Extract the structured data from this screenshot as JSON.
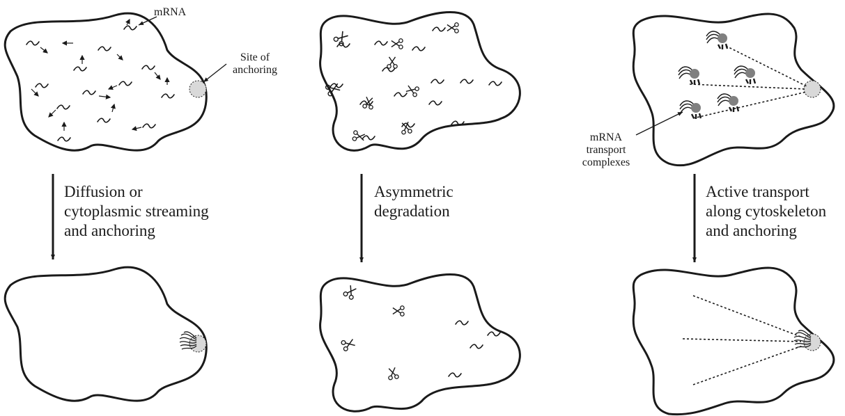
{
  "labels": {
    "mrna": "mRNA",
    "site_of_anchoring": [
      "Site of",
      "anchoring"
    ],
    "transport_complexes": [
      "mRNA",
      "transport",
      "complexes"
    ]
  },
  "captions": {
    "diffusion": [
      "Diffusion or",
      "cytoplasmic streaming",
      "and anchoring"
    ],
    "degradation": [
      "Asymmetric",
      "degradation"
    ],
    "active_transport": [
      "Active transport",
      "along cytoskeleton",
      "and anchoring"
    ]
  },
  "colors": {
    "outline": "#1a1a1a",
    "anchor_site": "#d9d9d9",
    "complex_head": "#808080"
  },
  "icons": [
    "mrna-strand",
    "arrow",
    "scissors-icon",
    "motor-protein",
    "anchor-site"
  ]
}
